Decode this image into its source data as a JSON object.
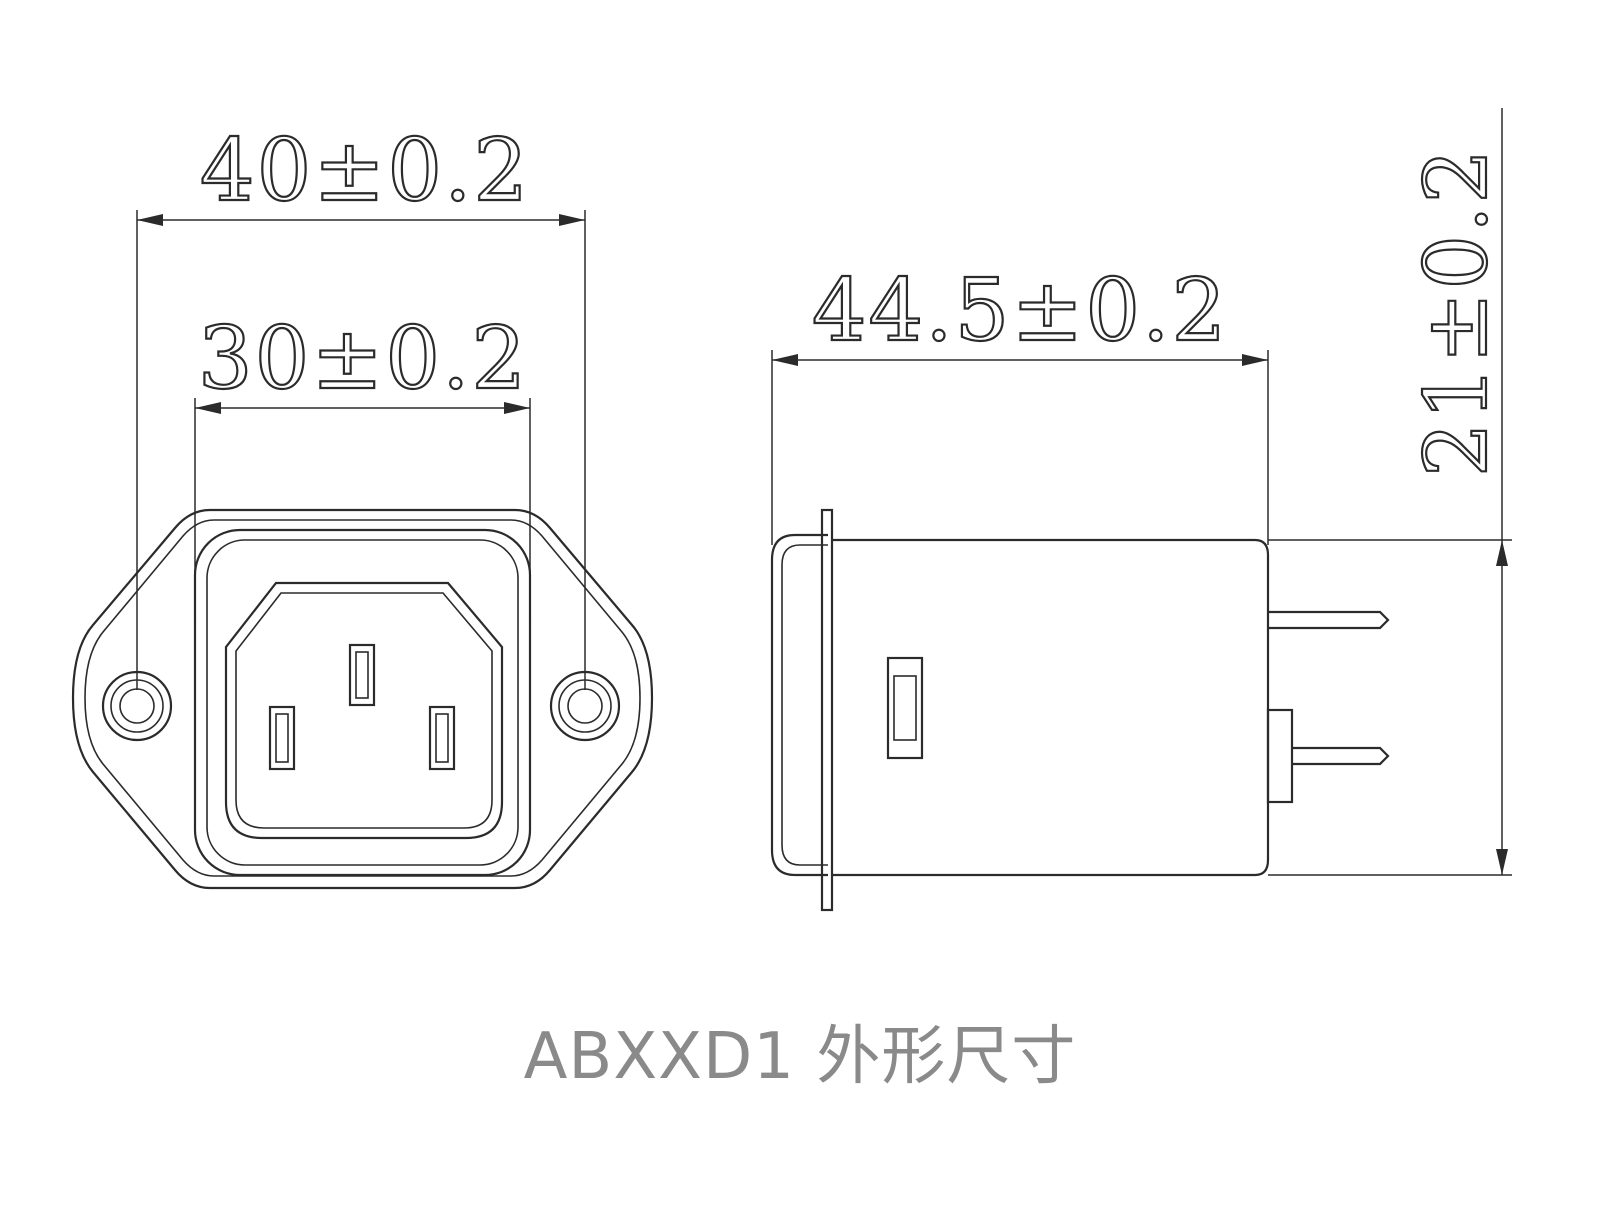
{
  "diagram": {
    "dimensions": {
      "front_outer_width": "40±0.2",
      "front_inner_width": "30±0.2",
      "side_length": "44.5±0.2",
      "side_height": "21±0.2"
    },
    "caption": "ABXXD1 外形尺寸",
    "colors": {
      "line": "#2b2b2b",
      "caption": "#8a8a8a",
      "background": "#ffffff"
    }
  }
}
